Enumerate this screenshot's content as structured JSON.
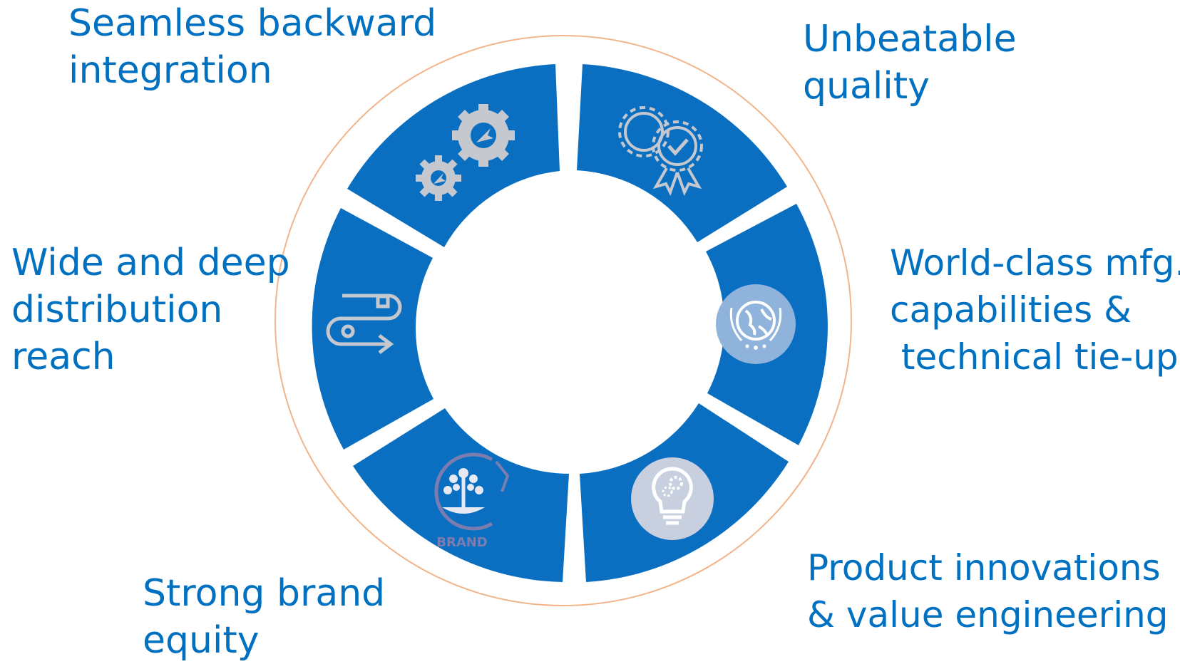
{
  "colors": {
    "segment": "#0a6fc1",
    "text": "#0070c0",
    "outer_ring": "#f2b48a",
    "icon": "#c5c8ce"
  },
  "segments": [
    {
      "id": "backward-integration",
      "label_lines": [
        "Seamless backward",
        "integration"
      ],
      "icon": "gears-icon"
    },
    {
      "id": "quality",
      "label_lines": [
        "Unbeatable",
        "quality"
      ],
      "icon": "gear-ribbon-badge-icon"
    },
    {
      "id": "manufacturing",
      "label_lines": [
        "World-class mfg.",
        "capabilities &",
        " technical tie-ups"
      ],
      "icon": "globe-laurel-icon"
    },
    {
      "id": "innovation",
      "label_lines": [
        "Product innovations",
        "& value engineering"
      ],
      "icon": "lightbulb-gear-icon"
    },
    {
      "id": "brand",
      "label_lines": [
        "Strong brand",
        "equity"
      ],
      "icon": "brand-tree-icon",
      "icon_text": "BRAND"
    },
    {
      "id": "distribution",
      "label_lines": [
        "Wide and deep",
        "distribution",
        "reach"
      ],
      "icon": "conveyor-arrow-icon"
    }
  ]
}
